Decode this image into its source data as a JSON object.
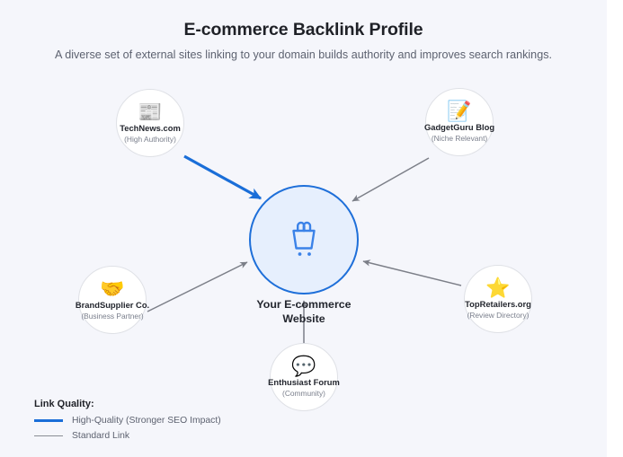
{
  "header": {
    "title": "E-commerce Backlink Profile",
    "subtitle": "A diverse set of external sites linking to your domain builds authority and improves search rankings."
  },
  "hub": {
    "icon": "shopping-cart-icon",
    "icon_glyph": "",
    "label_line1": "Your E-commerce",
    "label_line2": "Website",
    "fill_color": "#e6effd",
    "border_color": "#1e6fd9"
  },
  "nodes": [
    {
      "id": "technews",
      "label": "TechNews.com",
      "sublabel": "(High Authority)",
      "icon": "newspaper-icon",
      "icon_glyph": "📰",
      "link_quality": "high"
    },
    {
      "id": "gadgetguru",
      "label": "GadgetGuru Blog",
      "sublabel": "(Niche Relevant)",
      "icon": "memo-icon",
      "icon_glyph": "📝",
      "link_quality": "standard"
    },
    {
      "id": "topretailers",
      "label": "TopRetailers.org",
      "sublabel": "(Review Directory)",
      "icon": "star-icon",
      "icon_glyph": "⭐",
      "link_quality": "standard"
    },
    {
      "id": "enthusiastforum",
      "label": "Enthusiast Forum",
      "sublabel": "(Community)",
      "icon": "speech-balloon-icon",
      "icon_glyph": "💬",
      "link_quality": "standard"
    },
    {
      "id": "brandsupplier",
      "label": "BrandSupplier Co.",
      "sublabel": "(Business Partner)",
      "icon": "handshake-icon",
      "icon_glyph": "🤝",
      "link_quality": "standard"
    }
  ],
  "legend": {
    "title": "Link Quality:",
    "items": [
      {
        "label": "High-Quality (Stronger SEO Impact)",
        "color": "#1a6ed8"
      },
      {
        "label": "Standard Link",
        "color": "#8a8d94"
      }
    ]
  },
  "chart_data": {
    "type": "diagram",
    "title": "E-commerce Backlink Profile",
    "subtitle": "A diverse set of external sites linking to your domain builds authority and improves search rankings.",
    "center_node": "Your E-commerce Website",
    "edges": [
      {
        "from": "TechNews.com",
        "to": "Your E-commerce Website",
        "quality": "High-Quality (Stronger SEO Impact)",
        "color": "#1a6ed8"
      },
      {
        "from": "GadgetGuru Blog",
        "to": "Your E-commerce Website",
        "quality": "Standard Link",
        "color": "#8a8d94"
      },
      {
        "from": "TopRetailers.org",
        "to": "Your E-commerce Website",
        "quality": "Standard Link",
        "color": "#8a8d94"
      },
      {
        "from": "Enthusiast Forum",
        "to": "Your E-commerce Website",
        "quality": "Standard Link",
        "color": "#8a8d94"
      },
      {
        "from": "BrandSupplier Co.",
        "to": "Your E-commerce Website",
        "quality": "Standard Link",
        "color": "#8a8d94"
      }
    ],
    "legend": [
      "High-Quality (Stronger SEO Impact)",
      "Standard Link"
    ],
    "legend_position": "bottom-left"
  }
}
